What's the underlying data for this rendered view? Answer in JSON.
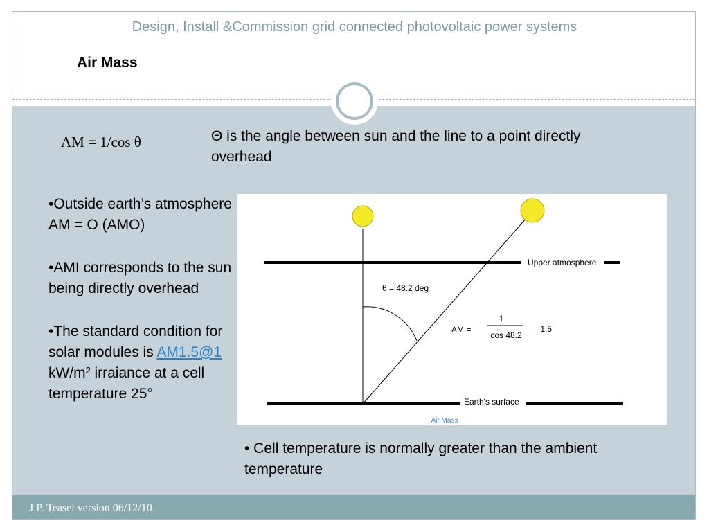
{
  "header": {
    "title": "Design, Install &Commission grid connected photovoltaic power systems"
  },
  "slide": {
    "title": "Air Mass"
  },
  "formula": "AM = 1/cos θ",
  "theta_definition": "Θ is the angle between sun and the line to a point directly overhead",
  "bullets": {
    "b1": "•Outside earth’s atmosphere AM = O (AMO)",
    "b2": "•AMI corresponds to the sun being directly overhead",
    "b3_pre": "•The standard condition for solar modules is ",
    "b3_link": "AM1.5@1 ",
    "b3_post": "kW/m² irraiance at a cell temperature 25°"
  },
  "figure": {
    "upper_label": "Upper atmosphere",
    "earth_label": "Earth's surface",
    "angle_label": "θ = 48.2 deg",
    "am_label": "AM =",
    "numerator": "1",
    "denominator": "cos 48.2",
    "result": "= 1.5",
    "caption": "Air Mass"
  },
  "cell_temperature": "• Cell temperature is normally greater than the ambient temperature",
  "footer": {
    "text": "J.P. Teasel version 06/12/10"
  },
  "colors": {
    "header_text": "#7d9aa8",
    "content_bg": "#c6d2d9",
    "footer_bg": "#88aaae",
    "sun_fill": "#f5ea2a",
    "link": "#2a83c5"
  }
}
